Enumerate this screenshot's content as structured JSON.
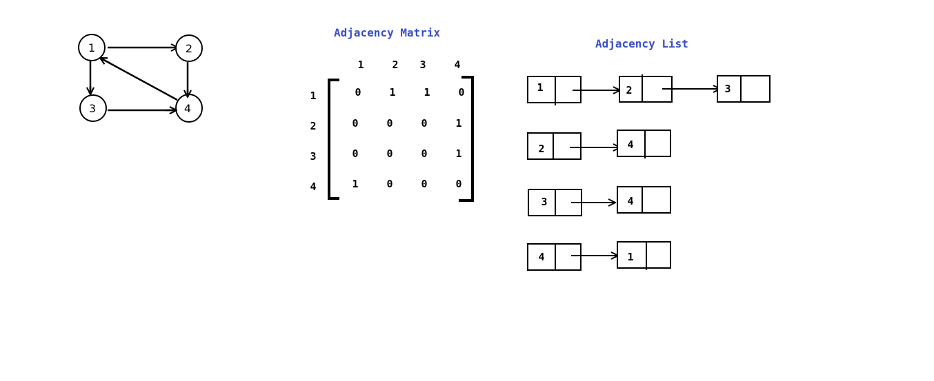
{
  "graph": {
    "nodes": [
      "1",
      "2",
      "3",
      "4"
    ],
    "edges": [
      [
        "1",
        "2"
      ],
      [
        "1",
        "3"
      ],
      [
        "2",
        "4"
      ],
      [
        "3",
        "4"
      ],
      [
        "4",
        "1"
      ]
    ]
  },
  "matrix": {
    "title": "Adjacency Matrix",
    "col_headers": [
      "1",
      "2",
      "3",
      "4"
    ],
    "row_headers": [
      "1",
      "2",
      "3",
      "4"
    ],
    "rows": [
      [
        "0",
        "1",
        "1",
        "0"
      ],
      [
        "0",
        "0",
        "0",
        "1"
      ],
      [
        "0",
        "0",
        "0",
        "1"
      ],
      [
        "1",
        "0",
        "0",
        "0"
      ]
    ]
  },
  "list": {
    "title": "Adjacency List",
    "entries": [
      {
        "head": "1",
        "neighbors": [
          "2",
          "3"
        ]
      },
      {
        "head": "2",
        "neighbors": [
          "4"
        ]
      },
      {
        "head": "3",
        "neighbors": [
          "4"
        ]
      },
      {
        "head": "4",
        "neighbors": [
          "1"
        ]
      }
    ]
  }
}
